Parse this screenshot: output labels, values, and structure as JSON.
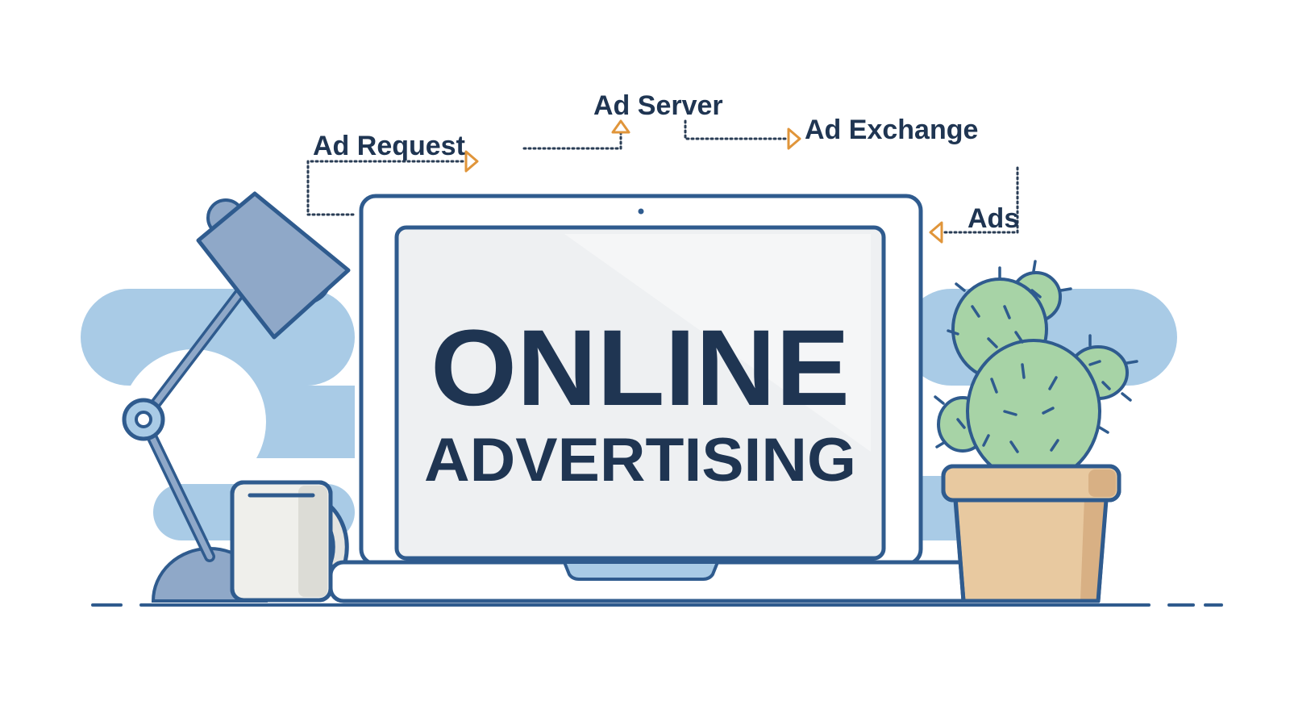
{
  "screen": {
    "title": "ONLINE",
    "subtitle": "ADVERTISING"
  },
  "flow": {
    "ad_request": "Ad Request",
    "ad_server": "Ad Server",
    "ad_exchange": "Ad Exchange",
    "ads": "Ads"
  },
  "colors": {
    "outline": "#2f5b8e",
    "text": "#1f3552",
    "band": "#a9cbe6",
    "arrow": "#e0953a",
    "cactus": "#a7d3a6",
    "pot": "#e8c9a0",
    "screen": "#eef0f2"
  },
  "icons": [
    "desk-lamp-icon",
    "coffee-mug-icon",
    "laptop-icon",
    "cactus-icon",
    "flower-pot-icon"
  ]
}
